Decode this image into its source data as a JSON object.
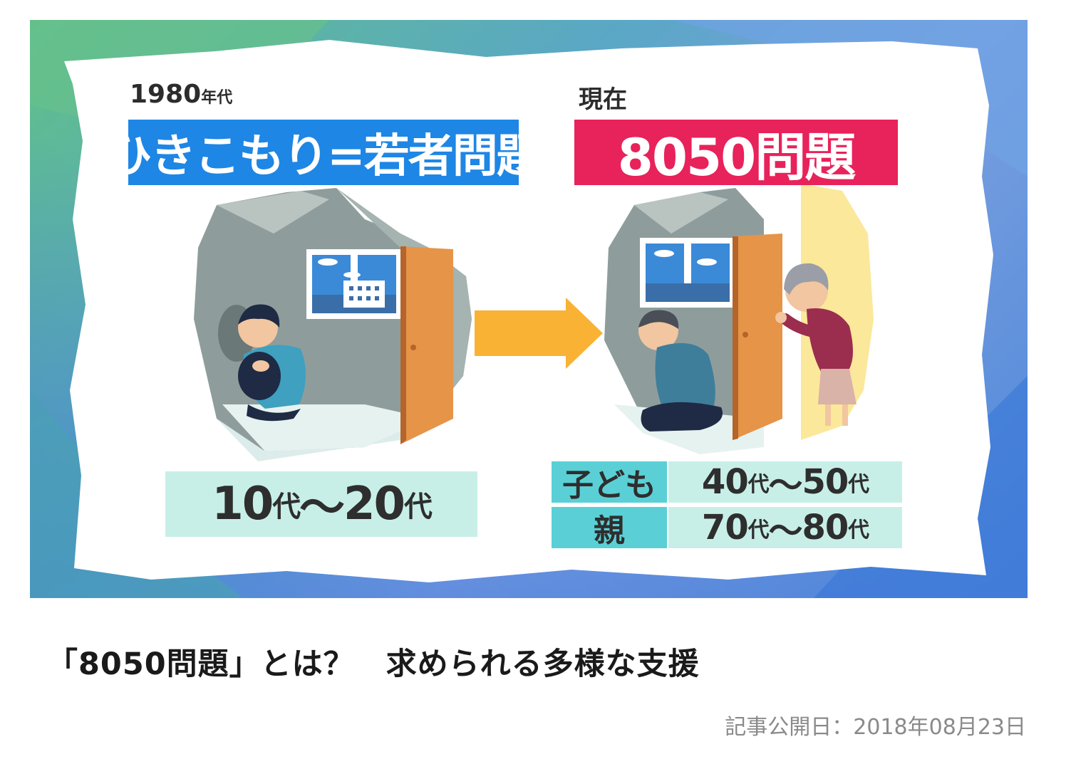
{
  "hero": {
    "left_panel": {
      "era_year": "1980",
      "era_suffix": "年代",
      "banner": "ひきこもり=若者問題",
      "age_from": "10",
      "age_to": "20",
      "age_unit": "代",
      "age_sep": "〜"
    },
    "right_panel": {
      "era": "現在",
      "banner": "8050問題",
      "rows": [
        {
          "label": "子ども",
          "from": "40",
          "to": "50",
          "unit": "代",
          "sep": "〜"
        },
        {
          "label": "親",
          "from": "70",
          "to": "80",
          "unit": "代",
          "sep": "〜"
        }
      ]
    },
    "colors": {
      "blue_banner": "#1e86e5",
      "red_banner": "#e8225a",
      "arrow": "#f9b233",
      "age_box": "#c8efe7",
      "row_label": "#5ad0d6"
    }
  },
  "article": {
    "headline": "「8050問題」とは？　求められる多様な支援",
    "published": "記事公開日：2018年08月23日"
  }
}
